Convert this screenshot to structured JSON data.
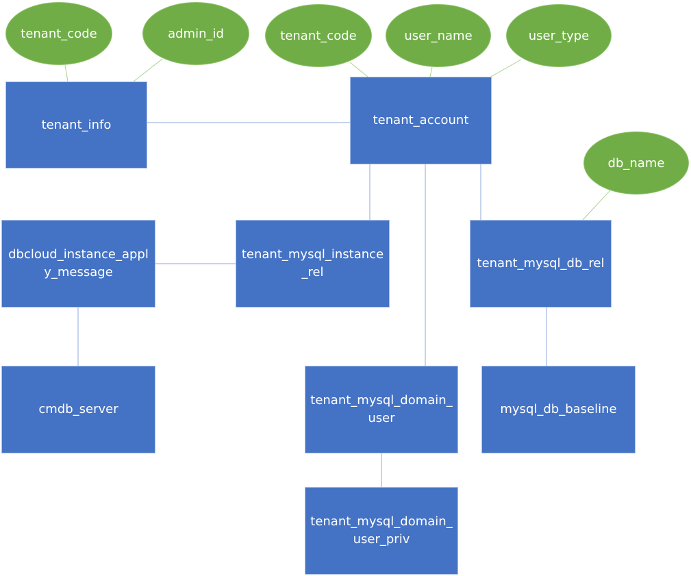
{
  "diagram": {
    "type": "entity-relationship",
    "entities": {
      "tenant_info": "tenant_info",
      "tenant_account": "tenant_account",
      "dbcloud_instance_apply_message": "dbcloud_instance_apply_message",
      "tenant_mysql_instance_rel": "tenant_mysql_instance_rel",
      "tenant_mysql_db_rel": "tenant_mysql_db_rel",
      "cmdb_server": "cmdb_server",
      "tenant_mysql_domain_user": "tenant_mysql_domain_user",
      "mysql_db_baseline": "mysql_db_baseline",
      "tenant_mysql_domain_user_priv": "tenant_mysql_domain_user_priv"
    },
    "attributes": {
      "tenant_info_tenant_code": "tenant_code",
      "tenant_info_admin_id": "admin_id",
      "tenant_account_tenant_code": "tenant_code",
      "tenant_account_user_name": "user_name",
      "tenant_account_user_type": "user_type",
      "tenant_mysql_db_rel_db_name": "db_name"
    },
    "relationships": [
      [
        "tenant_info",
        "tenant_account"
      ],
      [
        "tenant_account",
        "tenant_mysql_instance_rel"
      ],
      [
        "tenant_account",
        "tenant_mysql_domain_user"
      ],
      [
        "tenant_account",
        "tenant_mysql_db_rel"
      ],
      [
        "dbcloud_instance_apply_message",
        "tenant_mysql_instance_rel"
      ],
      [
        "dbcloud_instance_apply_message",
        "cmdb_server"
      ],
      [
        "tenant_mysql_db_rel",
        "mysql_db_baseline"
      ],
      [
        "tenant_mysql_domain_user",
        "tenant_mysql_domain_user_priv"
      ]
    ],
    "colors": {
      "entity": "#4472c4",
      "attribute": "#70ad47",
      "relation_line": "#8eaadb",
      "attribute_line": "#a9d18e"
    }
  }
}
